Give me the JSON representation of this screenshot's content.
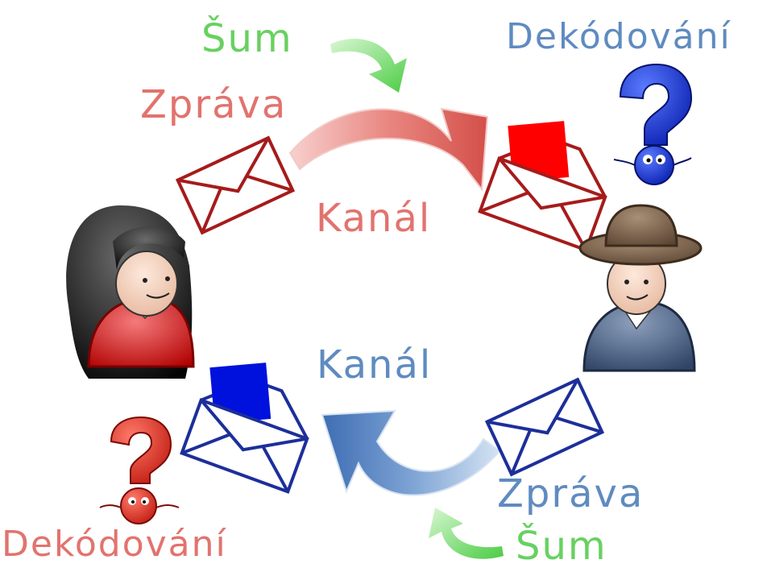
{
  "diagram": {
    "colors": {
      "red": "#e2736e",
      "blue": "#5f8bc0",
      "green": "#67d160",
      "envelope_red": "#a61b1b",
      "envelope_blue": "#1c2f9a",
      "letter_red": "#ff0000",
      "letter_blue": "#0011dd"
    },
    "top_cycle": {
      "noise": "Šum",
      "message": "Zpráva",
      "channel": "Kanál",
      "decoding": "Dekódování"
    },
    "bottom_cycle": {
      "noise": "Šum",
      "message": "Zpráva",
      "channel": "Kanál",
      "decoding": "Dekódování"
    },
    "icons": [
      "woman-avatar-icon",
      "man-with-hat-avatar-icon",
      "envelope-icon",
      "open-envelope-with-letter-icon",
      "question-mark-character-icon",
      "curved-arrow-icon"
    ]
  }
}
